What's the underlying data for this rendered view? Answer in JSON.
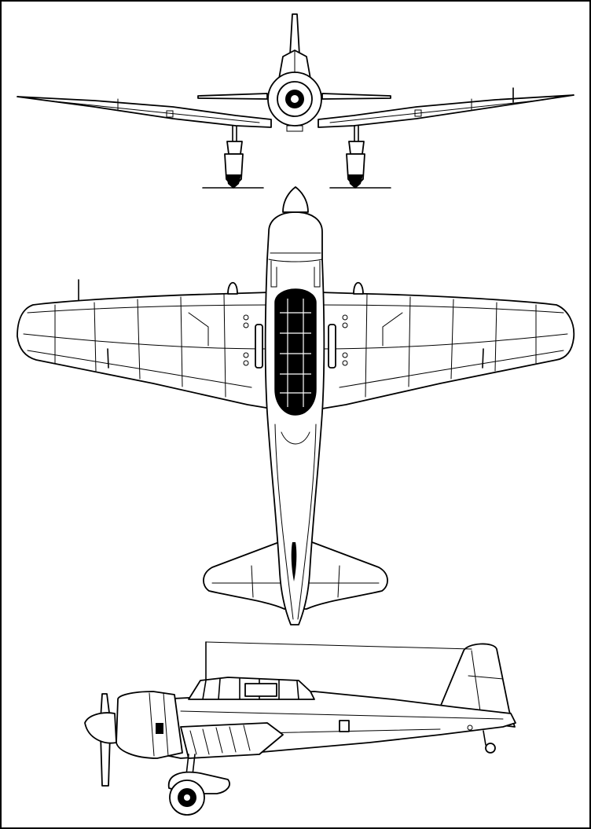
{
  "drawing": {
    "subject": "",
    "views": [
      "front",
      "top",
      "side"
    ]
  }
}
